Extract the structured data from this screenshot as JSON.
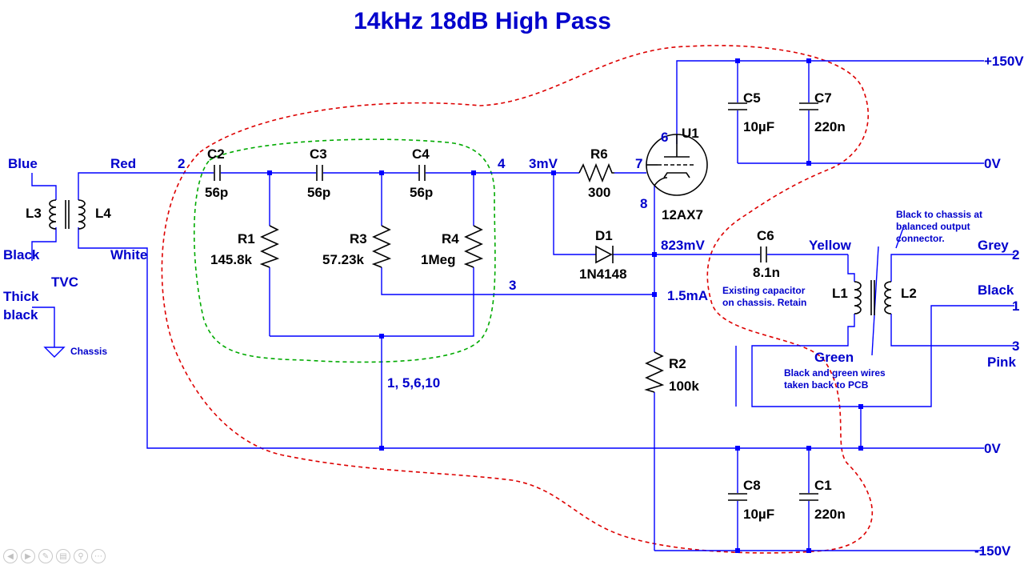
{
  "title": "14kHz 18dB High Pass",
  "colors": {
    "wire": "#0000ff",
    "outline_red": "#dd0000",
    "outline_green": "#00aa00",
    "text": "#000000",
    "label": "#0000cc"
  },
  "components": {
    "C2": {
      "ref": "C2",
      "value": "56p"
    },
    "C3": {
      "ref": "C3",
      "value": "56p"
    },
    "C4": {
      "ref": "C4",
      "value": "56p"
    },
    "C5": {
      "ref": "C5",
      "value": "10µF"
    },
    "C7": {
      "ref": "C7",
      "value": "220n"
    },
    "C6": {
      "ref": "C6",
      "value": "8.1n"
    },
    "C8": {
      "ref": "C8",
      "value": "10µF"
    },
    "C1": {
      "ref": "C1",
      "value": "220n"
    },
    "R1": {
      "ref": "R1",
      "value": "145.8k"
    },
    "R3": {
      "ref": "R3",
      "value": "57.23k"
    },
    "R4": {
      "ref": "R4",
      "value": "1Meg"
    },
    "R6": {
      "ref": "R6",
      "value": "300"
    },
    "R2": {
      "ref": "R2",
      "value": "100k"
    },
    "D1": {
      "ref": "D1",
      "value": "1N4148"
    },
    "U1": {
      "ref": "U1",
      "value": "12AX7"
    },
    "L1": {
      "ref": "L1"
    },
    "L2": {
      "ref": "L2"
    },
    "L3": {
      "ref": "L3"
    },
    "L4": {
      "ref": "L4"
    },
    "TVC": {
      "ref": "TVC"
    }
  },
  "wires": {
    "blue": "Blue",
    "red": "Red",
    "black": "Black",
    "white": "White",
    "thick_black_1": "Thick",
    "thick_black_2": "black",
    "chassis": "Chassis",
    "yellow": "Yellow",
    "green": "Green",
    "grey": "Grey",
    "black_out": "Black",
    "pink": "Pink"
  },
  "nodes": {
    "n2": "2",
    "n4": "4",
    "n3": "3",
    "n7": "7",
    "n6": "6",
    "n8": "8",
    "gnd_nodes": "1, 5,6,10",
    "v_in": "3mV",
    "v_cathode": "823mV",
    "i_cathode": "1.5mA"
  },
  "rails": {
    "plus": "+150V",
    "zero_top": "0V",
    "zero_mid": "0V",
    "minus": "-150V"
  },
  "output_pins": {
    "p2": "2",
    "p1": "1",
    "p3": "3"
  },
  "notes": {
    "c6_1": "Existing capacitor",
    "c6_2": "on chassis. Retain",
    "chassis_1": "Black to chassis at",
    "chassis_2": "balanced output",
    "chassis_3": "connector.",
    "pcb_1": "Black and green wires",
    "pcb_2": "taken back to PCB"
  },
  "toolbar": [
    "prev-icon",
    "next-icon",
    "pen-icon",
    "slides-icon",
    "zoom-icon",
    "more-icon"
  ]
}
